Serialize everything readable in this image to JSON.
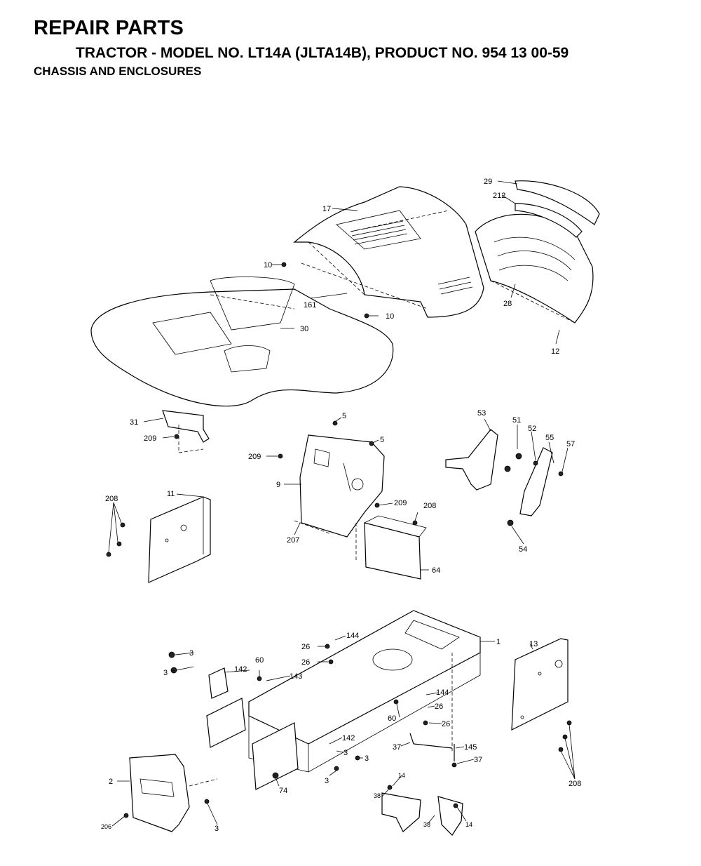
{
  "header": {
    "title": "REPAIR PARTS",
    "subtitle": "TRACTOR - MODEL NO. LT14A (JLTA14B), PRODUCT NO. 954 13 00-59",
    "section": "CHASSIS AND ENCLOSURES"
  },
  "callouts": [
    "29",
    "212",
    "17",
    "10",
    "161",
    "10",
    "30",
    "28",
    "12",
    "31",
    "209",
    "5",
    "5",
    "209",
    "9",
    "53",
    "51",
    "52",
    "55",
    "57",
    "208",
    "11",
    "209",
    "208",
    "207",
    "64",
    "54",
    "144",
    "26",
    "26",
    "3",
    "3",
    "60",
    "142",
    "143",
    "1",
    "13",
    "144",
    "26",
    "60",
    "26",
    "37",
    "145",
    "37",
    "142",
    "3",
    "3",
    "3",
    "2",
    "74",
    "14",
    "38",
    "38",
    "14",
    "206",
    "3",
    "208"
  ]
}
